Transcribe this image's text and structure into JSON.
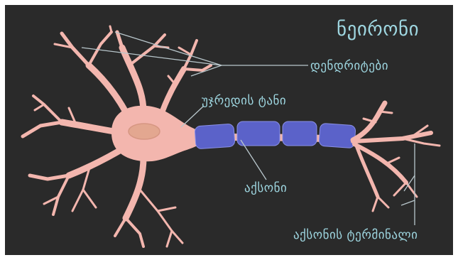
{
  "diagram": {
    "title": "ნეირონი",
    "labels": {
      "dendrites": "დენდრიტები",
      "cell_body": "უჯრედის ტანი",
      "axon": "აქსონი",
      "axon_terminal": "აქსონის ტერმინალი"
    },
    "colors": {
      "background": "#2a2a2a",
      "neuron": "#f3b6ae",
      "myelin": "#5b62c9",
      "nucleus": "#e3a790",
      "label_text": "#9ed6e0",
      "leader_line": "#b9c7cc"
    }
  }
}
